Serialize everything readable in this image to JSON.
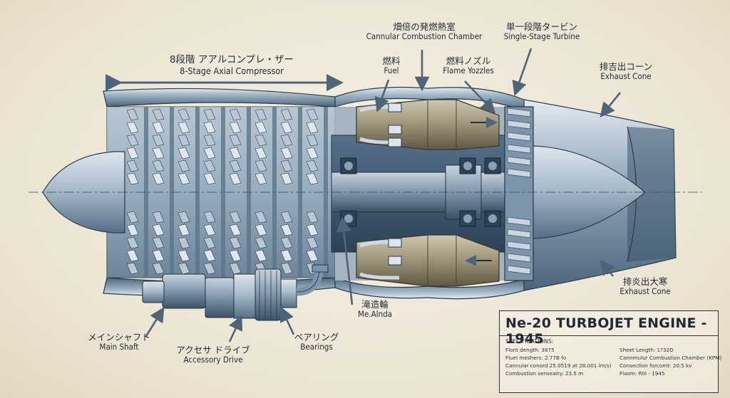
{
  "labels": {
    "compressor": {
      "jp": "8段階 アアルコンプレ・ザー",
      "en": "8-Stage Axial Compressor"
    },
    "combustion": {
      "jp": "畑倍の発燃熱室",
      "en": "Cannular Combustion Chamber"
    },
    "turbine": {
      "jp": "単一段階タービン",
      "en": "Single-Stage Turbine"
    },
    "exhaust_cone_top": {
      "jp": "排吉出コーン",
      "en": "Exhaust Cone"
    },
    "fuel": {
      "jp": "燃料",
      "en": "Fuel"
    },
    "flame_nozzles": {
      "jp": "燃料ノズル",
      "en": "Flame Yozzles"
    },
    "shaft_mid": {
      "jp": "滝造輪",
      "en": "Me.Alnda"
    },
    "exhaust_cone_bottom": {
      "jp": "排炎出大寒",
      "en": "Exhaust Cone"
    },
    "main_shaft": {
      "jp": "メインシャフト",
      "en": "Main Shaft"
    },
    "accessory": {
      "jp": "アクセサ ドライブ",
      "en": "Accessory Drive"
    },
    "bearings": {
      "jp": "ベアリング",
      "en": "Bearings"
    }
  },
  "title_block": {
    "title": "Ne-20 TURBOJET ENGINE - 1945",
    "spec_heading": "SPECIFICATIONS:",
    "specs_left": [
      "Flont dength: 3875",
      "Fluel meshers: 2.77B fo",
      "Cannular conord 25.0519 at 28.001 lm/s)",
      "Combustion senseaity: 23.5 m"
    ],
    "specs_right": [
      "Sheet Length: 1?32D",
      "Cannmulur Combustion Chamber (KPM)",
      "Consection forcomt: 20.5 kv",
      "Flaom: RIII - 1945"
    ]
  },
  "colors": {
    "paper": "#efe9dc",
    "ink": "#1f2a36",
    "steel_dark": "#3d556c",
    "steel_mid": "#7d95ab",
    "steel_light": "#c3d0dc",
    "brass": "#9a8f78"
  }
}
